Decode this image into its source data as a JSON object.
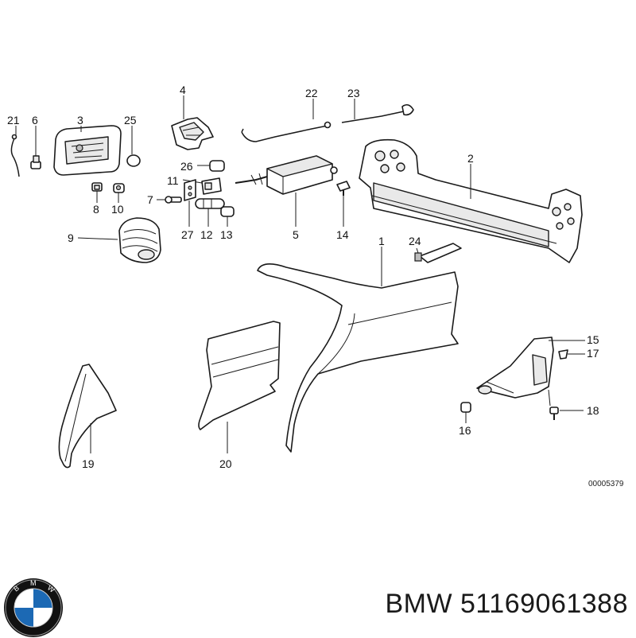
{
  "diagram": {
    "callouts": {
      "c1": "1",
      "c2": "2",
      "c3": "3",
      "c4": "4",
      "c5": "5",
      "c6": "6",
      "c7": "7",
      "c8": "8",
      "c9": "9",
      "c10": "10",
      "c11": "11",
      "c12": "12",
      "c13": "13",
      "c14": "14",
      "c15": "15",
      "c16": "16",
      "c17": "17",
      "c18": "18",
      "c19": "19",
      "c20": "20",
      "c21": "21",
      "c22": "22",
      "c23": "23",
      "c24": "24",
      "c25": "25",
      "c26": "26",
      "c27": "27"
    },
    "reference_code": "00005379"
  },
  "footer": {
    "brand": "BMW",
    "part_number": "51169061388",
    "logo_icon": "bmw-roundel-icon"
  },
  "colors": {
    "logo_blue": "#1c69b4",
    "logo_ring": "#111111",
    "line": "#1a1a1a"
  }
}
